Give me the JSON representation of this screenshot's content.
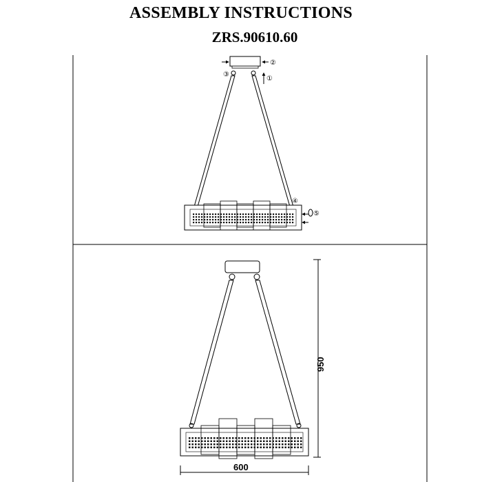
{
  "header": {
    "title": "ASSEMBLY INSTRUCTIONS",
    "model": "ZRS.90610.60"
  },
  "callouts": {
    "c1": "①",
    "c2": "②",
    "c3": "③",
    "c4": "④",
    "c5": "⑤"
  },
  "dimensions": {
    "height": "950",
    "width": "600"
  }
}
